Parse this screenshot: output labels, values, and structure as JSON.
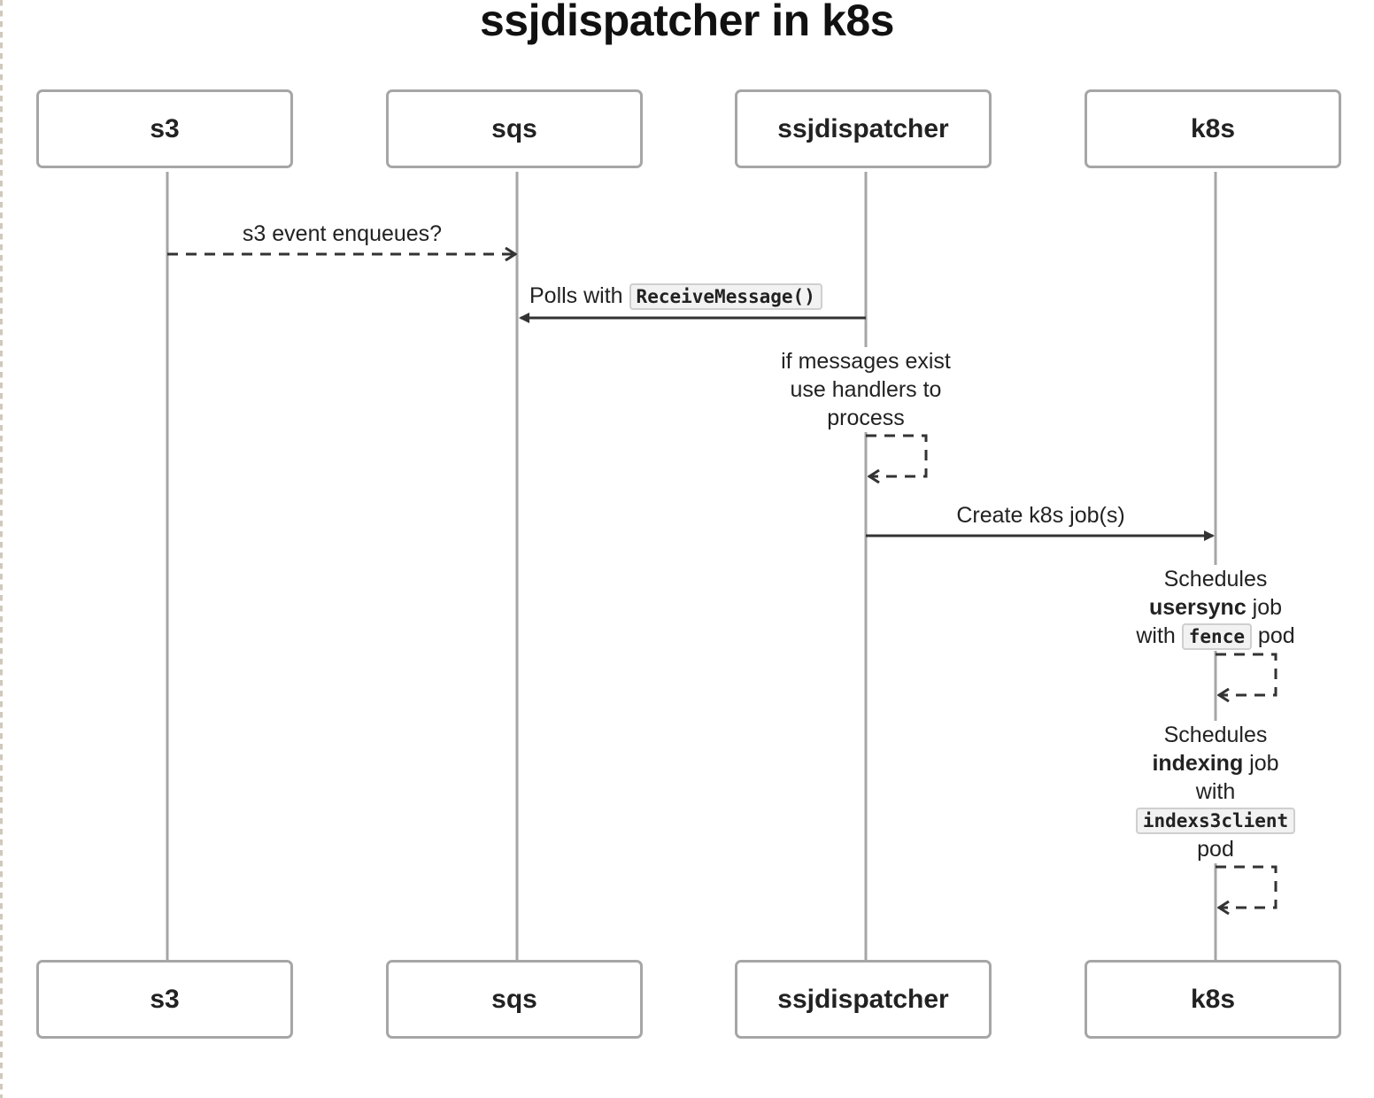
{
  "title": "ssjdispatcher in k8s",
  "participants": [
    {
      "id": "s3",
      "label": "s3"
    },
    {
      "id": "sqs",
      "label": "sqs"
    },
    {
      "id": "ssjdispatcher",
      "label": "ssjdispatcher"
    },
    {
      "id": "k8s",
      "label": "k8s"
    }
  ],
  "messages": [
    {
      "from": "s3",
      "to": "sqs",
      "style": "dashed",
      "text": "s3 event enqueues?"
    },
    {
      "from": "ssjdispatcher",
      "to": "sqs",
      "style": "solid",
      "text": "Polls with",
      "code": "ReceiveMessage()"
    },
    {
      "from": "ssjdispatcher",
      "to": "ssjdispatcher",
      "style": "dashed-self",
      "lines": [
        "if messages exist",
        "use handlers to",
        "process"
      ]
    },
    {
      "from": "ssjdispatcher",
      "to": "k8s",
      "style": "solid",
      "text": "Create k8s job(s)"
    },
    {
      "from": "k8s",
      "to": "k8s",
      "style": "dashed-self",
      "line1": "Schedules",
      "bold": "usersync",
      "after_bold": " job",
      "with_text": "with",
      "code": "fence",
      "after_code": " pod"
    },
    {
      "from": "k8s",
      "to": "k8s",
      "style": "dashed-self",
      "line1": "Schedules",
      "bold": "indexing",
      "after_bold": " job",
      "with_text": "with",
      "code": "indexs3client",
      "last": "pod"
    }
  ],
  "colors": {
    "lifeline": "#a6a6a6",
    "arrow": "#333333",
    "box_border": "#a6a6a6"
  }
}
